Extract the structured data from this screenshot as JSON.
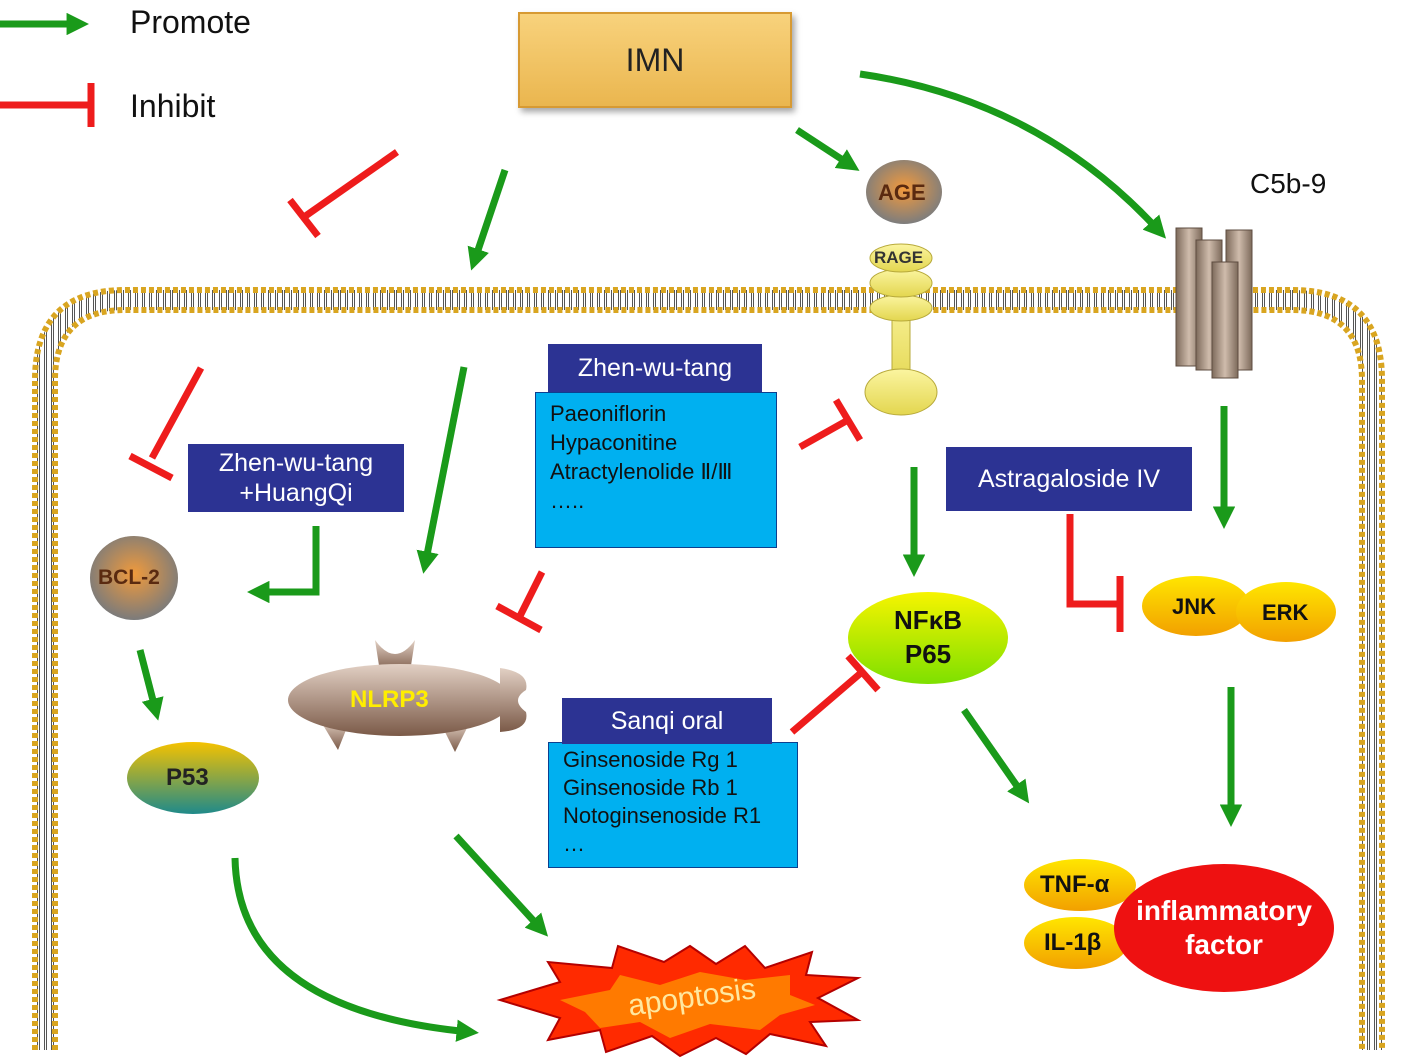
{
  "legend": {
    "promote": "Promote",
    "inhibit": "Inhibit"
  },
  "imn": "IMN",
  "age": "AGE",
  "rage": "RAGE",
  "c5b9": "C5b-9",
  "zhenwutang_herb": {
    "title": "Zhen-wu-tang",
    "items": [
      "Paeoniflorin",
      "Hypaconitine",
      "Atractylenolide Ⅱ/Ⅲ",
      "….."
    ]
  },
  "zhenwutang_huangqi": {
    "line1": "Zhen-wu-tang",
    "line2": "+HuangQi"
  },
  "astragaloside": "Astragaloside IV",
  "sanqi": {
    "title": "Sanqi oral",
    "items": [
      "Ginsenoside Rg 1",
      "Ginsenoside Rb 1",
      "Notoginsenoside R1",
      "…"
    ]
  },
  "bcl2": "BCL-2",
  "p53": "P53",
  "nlrp3": "NLRP3",
  "nfkb": {
    "line1": "NFκB",
    "line2": "P65"
  },
  "jnk": "JNK",
  "erk": "ERK",
  "tnf": "TNF-α",
  "il1b": "IL-1β",
  "inflammatory": {
    "line1": "inflammatory",
    "line2": "factor"
  },
  "apoptosis": "apoptosis",
  "colors": {
    "promote": "#1a9a1a",
    "inhibit": "#ee1c1c",
    "navy": "#2c3393",
    "cyan": "#00b0f0",
    "membrane": "#d9a520"
  }
}
